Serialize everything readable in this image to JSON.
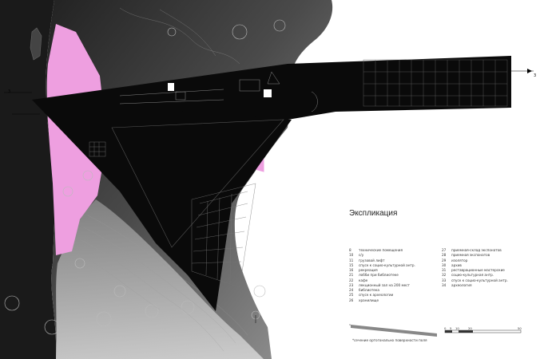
{
  "legend": {
    "title": "Экспликация",
    "items": [
      {
        "num": "8",
        "text": "технические помещения"
      },
      {
        "num": "10",
        "text": "с/у"
      },
      {
        "num": "11",
        "text": "грузовой лифт"
      },
      {
        "num": "15",
        "text": "спуск к социо-культурной антр."
      },
      {
        "num": "16",
        "text": "рекреация"
      },
      {
        "num": "21",
        "text": "лобби при библиотеке"
      },
      {
        "num": "22",
        "text": "кафе"
      },
      {
        "num": "23",
        "text": "лекционный зал на 200 мест"
      },
      {
        "num": "24",
        "text": "библиотека"
      },
      {
        "num": "25",
        "text": "спуск к археологии"
      },
      {
        "num": "26",
        "text": "хранилище"
      },
      {
        "num": "27",
        "text": "приемная-склад экспонатов"
      },
      {
        "num": "28",
        "text": "приемная экспонатов"
      },
      {
        "num": "29",
        "text": "изолятор"
      },
      {
        "num": "30",
        "text": "архив"
      },
      {
        "num": "31",
        "text": "реставрационные мастерские"
      },
      {
        "num": "32",
        "text": "социо-культурная антр."
      },
      {
        "num": "33",
        "text": "спуск к социо-культурной антр."
      },
      {
        "num": "34",
        "text": "археология"
      }
    ]
  },
  "section_caption": "*сечение ортогонально поверхности поля",
  "scale": {
    "ticks": [
      "0",
      "5",
      "10",
      "20",
      "50"
    ]
  },
  "north_marks": [
    "3",
    "3"
  ],
  "colors": {
    "pink": "#ee9fe0",
    "ground_dark": "#3c3c3c",
    "ground_mid": "#7a7a7a",
    "building": "#0a0a0a"
  }
}
